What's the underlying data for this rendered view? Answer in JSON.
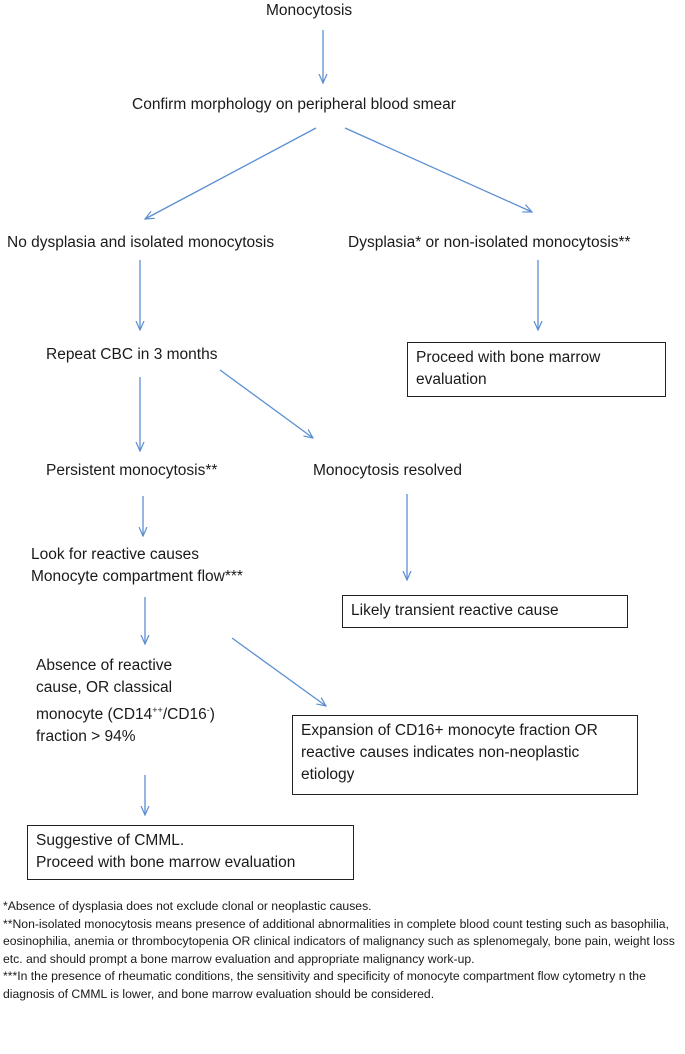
{
  "nodes": {
    "start": "Monocytosis",
    "confirm": "Confirm morphology on peripheral blood smear",
    "no_dysplasia": "No dysplasia and isolated monocytosis",
    "dysplasia": "Dysplasia* or non-isolated monocytosis**",
    "bm_eval_1": "Proceed with bone marrow evaluation",
    "repeat_cbc": "Repeat CBC in 3 months",
    "persistent": "Persistent monocytosis**",
    "resolved": "Monocytosis resolved",
    "reactive_line1": "Look for reactive causes",
    "reactive_line2": "Monocyte compartment flow***",
    "transient": "Likely transient reactive cause",
    "absence_prefix": "Absence of reactive cause, OR classical monocyte (CD14",
    "absence_sup1": "++",
    "absence_mid": "/CD16",
    "absence_sup2": "-",
    "absence_suffix": ") fraction > 94%",
    "expansion": "Expansion of CD16+ monocyte fraction OR reactive causes indicates non-neoplastic etiology",
    "cmml_line1": "Suggestive of CMML.",
    "cmml_line2": "Proceed with bone marrow evaluation"
  },
  "footnotes": {
    "f1": "*Absence of dysplasia does not exclude clonal or neoplastic causes.",
    "f2": "**Non-isolated monocytosis means presence of additional abnormalities in complete blood count testing such as basophilia, eosinophilia, anemia or thrombocytopenia  OR clinical indicators of malignancy such as splenomegaly, bone pain, weight loss etc. and should prompt  a bone marrow evaluation and appropriate malignancy work-up.",
    "f3": "***In the presence of rheumatic conditions, the sensitivity and specificity of monocyte compartment  flow cytometry n the diagnosis of CMML is lower, and bone marrow evaluation should be considered."
  },
  "colors": {
    "arrow": "#5b8fd1",
    "box_border": "#222222",
    "text": "#1a1a1a"
  }
}
